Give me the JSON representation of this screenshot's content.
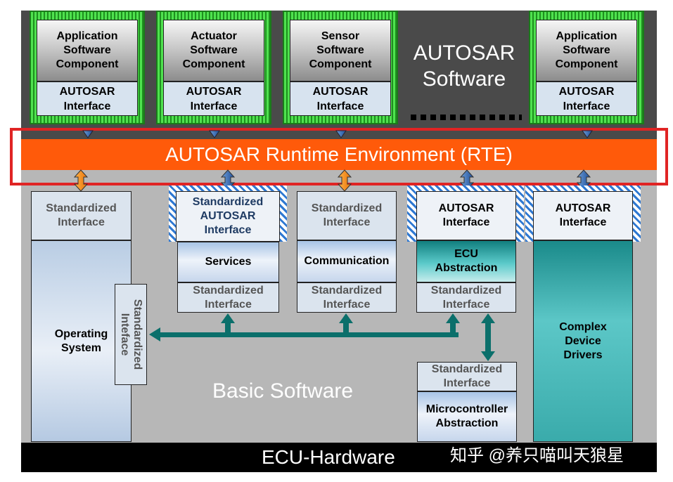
{
  "swc": [
    {
      "top": "Application\nSoftware\nComponent",
      "bottom": "AUTOSAR\nInterface"
    },
    {
      "top": "Actuator\nSoftware\nComponent",
      "bottom": "AUTOSAR\nInterface"
    },
    {
      "top": "Sensor\nSoftware\nComponent",
      "bottom": "AUTOSAR\nInterface"
    },
    {
      "top": "Application\nSoftware\nComponent",
      "bottom": "AUTOSAR\nInterface"
    }
  ],
  "autosar_software": "AUTOSAR\nSoftware",
  "rte": "AUTOSAR Runtime Environment (RTE)",
  "bsw": {
    "os_if": "Standardized\nInterface",
    "os": "Operating\nSystem",
    "os_side_if": "Standardized\nInteface",
    "services_top": "Standardized\nAUTOSAR\nInterface",
    "services": "Services",
    "services_bottom": "Standardized\nInterface",
    "comm_top": "Standardized\nInterface",
    "comm": "Communication",
    "comm_bottom": "Standardized\nInterface",
    "ecu_top": "AUTOSAR\nInterface",
    "ecu": "ECU\nAbstraction",
    "ecu_bottom": "Standardized\nInterface",
    "mcal_top": "Standardized\nInterface",
    "mcal": "Microcontroller\nAbstraction",
    "cdd_top": "AUTOSAR\nInterface",
    "cdd": "Complex\nDevice\nDrivers",
    "label": "Basic Software"
  },
  "hardware": "ECU-Hardware",
  "watermark": "知乎 @养只喵叫天狼星",
  "colors": {
    "rte": "#ff5a0a",
    "highlight": "#e02424",
    "teal": "#0b6f6b"
  }
}
